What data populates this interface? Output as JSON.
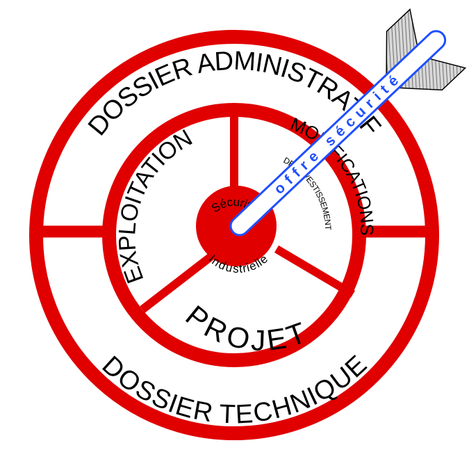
{
  "colors": {
    "ring": "#e00000",
    "background": "#ffffff",
    "text": "#000000",
    "arrow_outline": "#1f4fff",
    "arrow_fill": "#dcdcdc"
  },
  "labels": {
    "outer_top": "DOSSIER ADMINISTRATIF",
    "outer_bottom": "DOSSIER TECHNIQUE",
    "sector_left": "EXPLOITATION",
    "sector_right": "MODIFICATIONS",
    "sector_right_sub": "DESINVESTISSEMENT",
    "sector_bottom": "PROJET",
    "center_top": "Sécurité",
    "center_bottom": "Industrielle",
    "arrow": "offre sécurité"
  },
  "icons": {
    "target": "bullseye-target",
    "arrow": "dart-arrow-icon"
  }
}
